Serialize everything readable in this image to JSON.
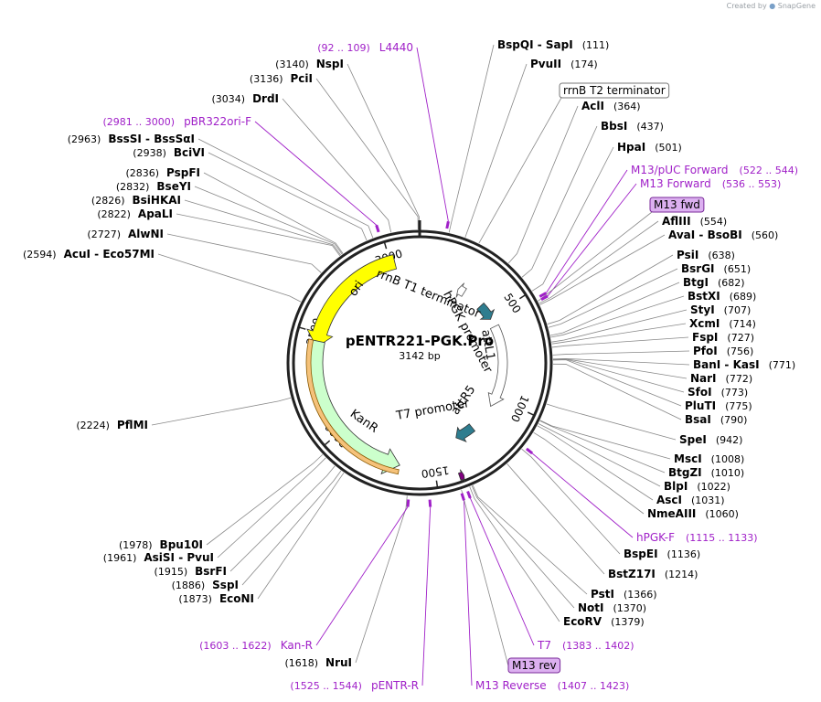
{
  "watermark": {
    "prefix": "Created by",
    "brand": "SnapGene"
  },
  "plasmid": {
    "name": "pENTR221-PGK.Pro",
    "size": "3142 bp",
    "length": 3142
  },
  "ticks": [
    {
      "label": "500",
      "pos": 500
    },
    {
      "label": "1000",
      "pos": 1000
    },
    {
      "label": "1500",
      "pos": 1500
    },
    {
      "label": "2000",
      "pos": 2000
    },
    {
      "label": "2500",
      "pos": 2500
    },
    {
      "label": "3000",
      "pos": 3000
    }
  ],
  "features": [
    {
      "name": "ori",
      "start": 2432,
      "end": 3021,
      "color": "#ffff00",
      "dir": -1,
      "track": "inner"
    },
    {
      "name": "KanR",
      "start": 1667,
      "end": 2462,
      "color": "#ccffcc",
      "dir": -1,
      "track": "inner"
    },
    {
      "name": "rrnB T1 terminator",
      "start": 240,
      "end": 282,
      "color": "#ffffff",
      "dir": -1,
      "track": "mid"
    },
    {
      "name": "hPGK promoter",
      "start": 560,
      "end": 1060,
      "color": "#ffffff",
      "dir": 1,
      "track": "mid"
    },
    {
      "name": "attL1",
      "start": 410,
      "end": 510,
      "color": "#2e7d8f",
      "dir": 1,
      "track": "mid"
    },
    {
      "name": "attR5",
      "start": 1230,
      "end": 1345,
      "color": "#2e7d8f",
      "dir": 1,
      "track": "mid"
    },
    {
      "name": "T7 promoter",
      "start": 1383,
      "end": 1402,
      "color": "#800080",
      "dir": -1,
      "track": "mid"
    }
  ],
  "sites": [
    {
      "name": "NspI",
      "pos": "3140",
      "side": "left"
    },
    {
      "name": "PciI",
      "pos": "3136",
      "side": "left"
    },
    {
      "name": "DrdI",
      "pos": "3034",
      "side": "left"
    },
    {
      "name": "BssSI - BssSαI",
      "pos": "2963",
      "side": "left"
    },
    {
      "name": "BciVI",
      "pos": "2938",
      "side": "left"
    },
    {
      "name": "PspFI",
      "pos": "2836",
      "side": "left"
    },
    {
      "name": "BseYI",
      "pos": "2832",
      "side": "left"
    },
    {
      "name": "BsiHKAI",
      "pos": "2826",
      "side": "left"
    },
    {
      "name": "ApaLI",
      "pos": "2822",
      "side": "left"
    },
    {
      "name": "AlwNI",
      "pos": "2727",
      "side": "left"
    },
    {
      "name": "AcuI - Eco57MI",
      "pos": "2594",
      "side": "left"
    },
    {
      "name": "PflMI",
      "pos": "2224",
      "side": "left"
    },
    {
      "name": "Bpu10I",
      "pos": "1978",
      "side": "left"
    },
    {
      "name": "AsiSI - PvuI",
      "pos": "1961",
      "side": "left"
    },
    {
      "name": "BsrFI",
      "pos": "1915",
      "side": "left"
    },
    {
      "name": "SspI",
      "pos": "1886",
      "side": "left"
    },
    {
      "name": "EcoNI",
      "pos": "1873",
      "side": "left"
    },
    {
      "name": "NruI",
      "pos": "1618",
      "side": "left"
    },
    {
      "name": "BspQI - SapI",
      "pos": "111",
      "side": "right"
    },
    {
      "name": "PvuII",
      "pos": "174",
      "side": "right"
    },
    {
      "name": "AclI",
      "pos": "364",
      "side": "right"
    },
    {
      "name": "BbsI",
      "pos": "437",
      "side": "right"
    },
    {
      "name": "HpaI",
      "pos": "501",
      "side": "right"
    },
    {
      "name": "AflIII",
      "pos": "554",
      "side": "right"
    },
    {
      "name": "AvaI - BsoBI",
      "pos": "560",
      "side": "right"
    },
    {
      "name": "PsiI",
      "pos": "638",
      "side": "right"
    },
    {
      "name": "BsrGI",
      "pos": "651",
      "side": "right"
    },
    {
      "name": "BtgI",
      "pos": "682",
      "side": "right"
    },
    {
      "name": "BstXI",
      "pos": "689",
      "side": "right"
    },
    {
      "name": "StyI",
      "pos": "707",
      "side": "right"
    },
    {
      "name": "XcmI",
      "pos": "714",
      "side": "right"
    },
    {
      "name": "FspI",
      "pos": "727",
      "side": "right"
    },
    {
      "name": "PfoI",
      "pos": "756",
      "side": "right"
    },
    {
      "name": "BanI - KasI",
      "pos": "771",
      "side": "right"
    },
    {
      "name": "NarI",
      "pos": "772",
      "side": "right"
    },
    {
      "name": "SfoI",
      "pos": "773",
      "side": "right"
    },
    {
      "name": "PluTI",
      "pos": "775",
      "side": "right"
    },
    {
      "name": "BsaI",
      "pos": "790",
      "side": "right"
    },
    {
      "name": "SpeI",
      "pos": "942",
      "side": "right"
    },
    {
      "name": "MscI",
      "pos": "1008",
      "side": "right"
    },
    {
      "name": "BtgZI",
      "pos": "1010",
      "side": "right"
    },
    {
      "name": "BlpI",
      "pos": "1022",
      "side": "right"
    },
    {
      "name": "AscI",
      "pos": "1031",
      "side": "right"
    },
    {
      "name": "NmeAIII",
      "pos": "1060",
      "side": "right"
    },
    {
      "name": "BspEI",
      "pos": "1136",
      "side": "right"
    },
    {
      "name": "BstZ17I",
      "pos": "1214",
      "side": "right"
    },
    {
      "name": "PstI",
      "pos": "1366",
      "side": "right"
    },
    {
      "name": "NotI",
      "pos": "1370",
      "side": "right"
    },
    {
      "name": "EcoRV",
      "pos": "1379",
      "side": "right"
    }
  ],
  "primers": [
    {
      "name": "L4440",
      "range": "92 .. 109",
      "mid": 100
    },
    {
      "name": "pBR322ori-F",
      "range": "2981 .. 3000",
      "mid": 2990
    },
    {
      "name": "M13/pUC Forward",
      "range": "522 .. 544",
      "mid": 533
    },
    {
      "name": "M13 Forward",
      "range": "536 .. 553",
      "mid": 545
    },
    {
      "name": "hPGK-F",
      "range": "1115 .. 1133",
      "mid": 1124
    },
    {
      "name": "T7",
      "range": "1383 .. 1402",
      "mid": 1392
    },
    {
      "name": "M13 Reverse",
      "range": "1407 .. 1423",
      "mid": 1415
    },
    {
      "name": "Kan-R",
      "range": "1603 .. 1622",
      "mid": 1612
    },
    {
      "name": "pENTR-R",
      "range": "1525 .. 1544",
      "mid": 1534
    }
  ],
  "boxed_labels": [
    {
      "name": "rrnB T2 terminator",
      "style": "plain",
      "pos": 230
    },
    {
      "name": "M13 fwd",
      "style": "primer",
      "pos": 545
    },
    {
      "name": "M13 rev",
      "style": "primer",
      "pos": 1412
    }
  ],
  "colors": {
    "primer": "#a020c8",
    "orange": "#f5c27a",
    "backbone": "#222222"
  }
}
